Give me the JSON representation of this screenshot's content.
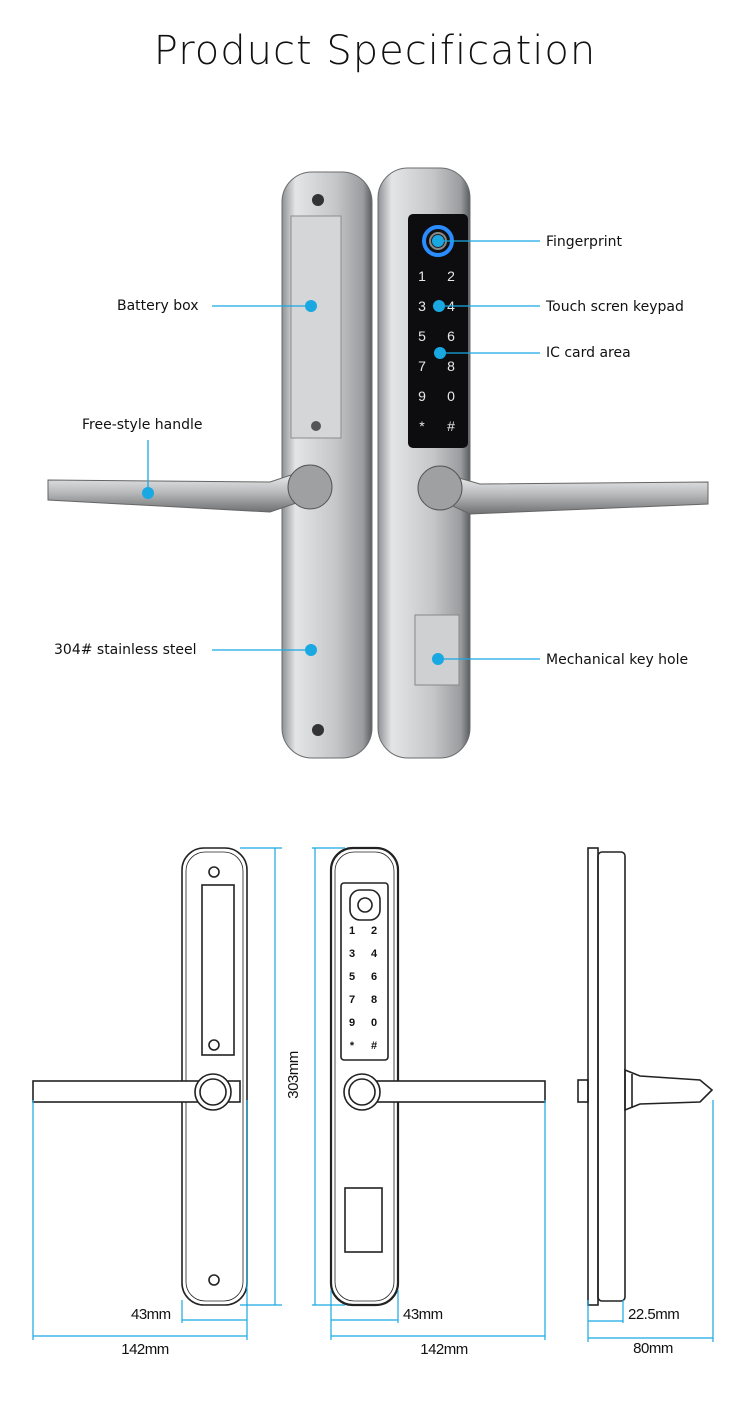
{
  "title": "Product Specification",
  "colors": {
    "callout": "#19a8e2",
    "steel": "#c8cacc",
    "panel": "#0d0d10",
    "ring": "#2a8cff"
  },
  "callouts_left": [
    {
      "label": "Battery box"
    },
    {
      "label": "Free-style handle"
    },
    {
      "label": "304# stainless steel"
    }
  ],
  "callouts_right": [
    {
      "label": "Fingerprint"
    },
    {
      "label": "Touch scren keypad"
    },
    {
      "label": "IC card area"
    },
    {
      "label": "Mechanical key hole"
    }
  ],
  "keypad": [
    "1",
    "2",
    "3",
    "4",
    "5",
    "6",
    "7",
    "8",
    "9",
    "0",
    "*",
    "#"
  ],
  "dimensions": {
    "height": "303mm",
    "plate_width_left": "43mm",
    "plate_width_right": "43mm",
    "total_width_left": "142mm",
    "total_width_right": "142mm",
    "side_thickness": "22.5mm",
    "side_depth": "80mm"
  }
}
